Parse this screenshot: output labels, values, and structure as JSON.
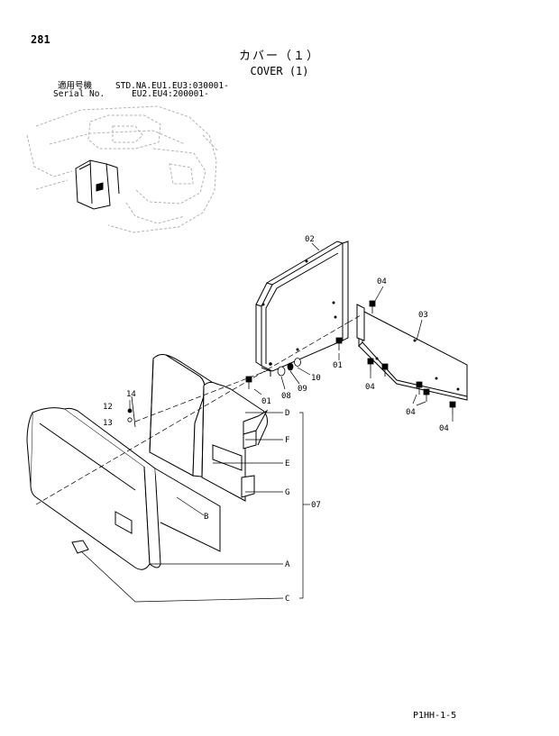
{
  "page_number": "281",
  "title": {
    "japanese": "カバー（１）",
    "english": "COVER (1)"
  },
  "serial": {
    "label_japanese": "適用号機",
    "value_line1": "STD.NA.EU1.EU3:030001-",
    "label_english": "Serial No.",
    "value_line2": "EU2.EU4:200001-"
  },
  "drawing_code": "P1HH-1-5",
  "callouts": {
    "p01a": "01",
    "p01b": "01",
    "p02": "02",
    "p03": "03",
    "p04a": "04",
    "p04b": "04",
    "p04c": "04",
    "p04d": "04",
    "p07": "07",
    "p08": "08",
    "p09": "09",
    "p10": "10",
    "p12": "12",
    "p13": "13",
    "p14": "14",
    "A": "A",
    "B": "B",
    "C": "C",
    "D": "D",
    "E": "E",
    "F": "F",
    "G": "G"
  }
}
